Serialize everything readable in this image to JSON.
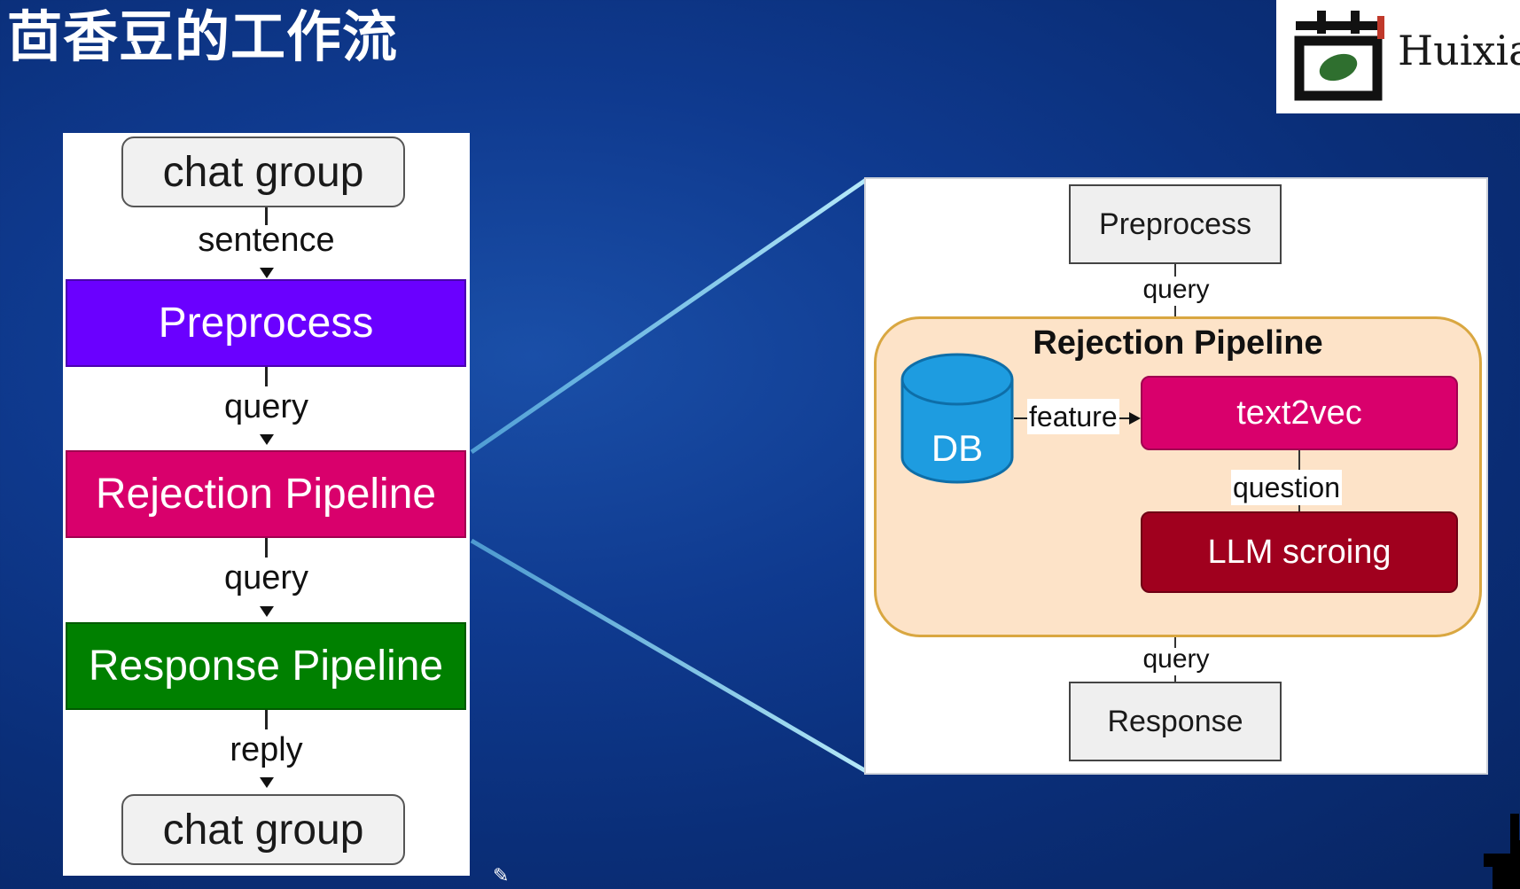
{
  "slide": {
    "title": "茴香豆的工作流"
  },
  "logo": {
    "text": "Huixia",
    "brand_color": "#2f6f2f"
  },
  "colors": {
    "preprocess_purple": "#6a00ff",
    "rejection_pink": "#d9006c",
    "response_green": "#008000",
    "llm_dark_red": "#a0001e",
    "db_blue": "#1e9ce0",
    "container_fill": "#fde3c8",
    "container_border": "#d9a741"
  },
  "left_flow": {
    "top_node": "chat group",
    "edge_sentence": "sentence",
    "preprocess": "Preprocess",
    "edge_query_1": "query",
    "rejection": "Rejection Pipeline",
    "edge_query_2": "query",
    "response": "Response Pipeline",
    "edge_reply": "reply",
    "bottom_node": "chat group"
  },
  "right_flow": {
    "preprocess": "Preprocess",
    "edge_query_top": "query",
    "container_title": "Rejection Pipeline",
    "db": "DB",
    "edge_feature": "feature",
    "text2vec": "text2vec",
    "edge_question": "question",
    "llm_scoring": "LLM scroing",
    "edge_query_bottom": "query",
    "response": "Response"
  }
}
